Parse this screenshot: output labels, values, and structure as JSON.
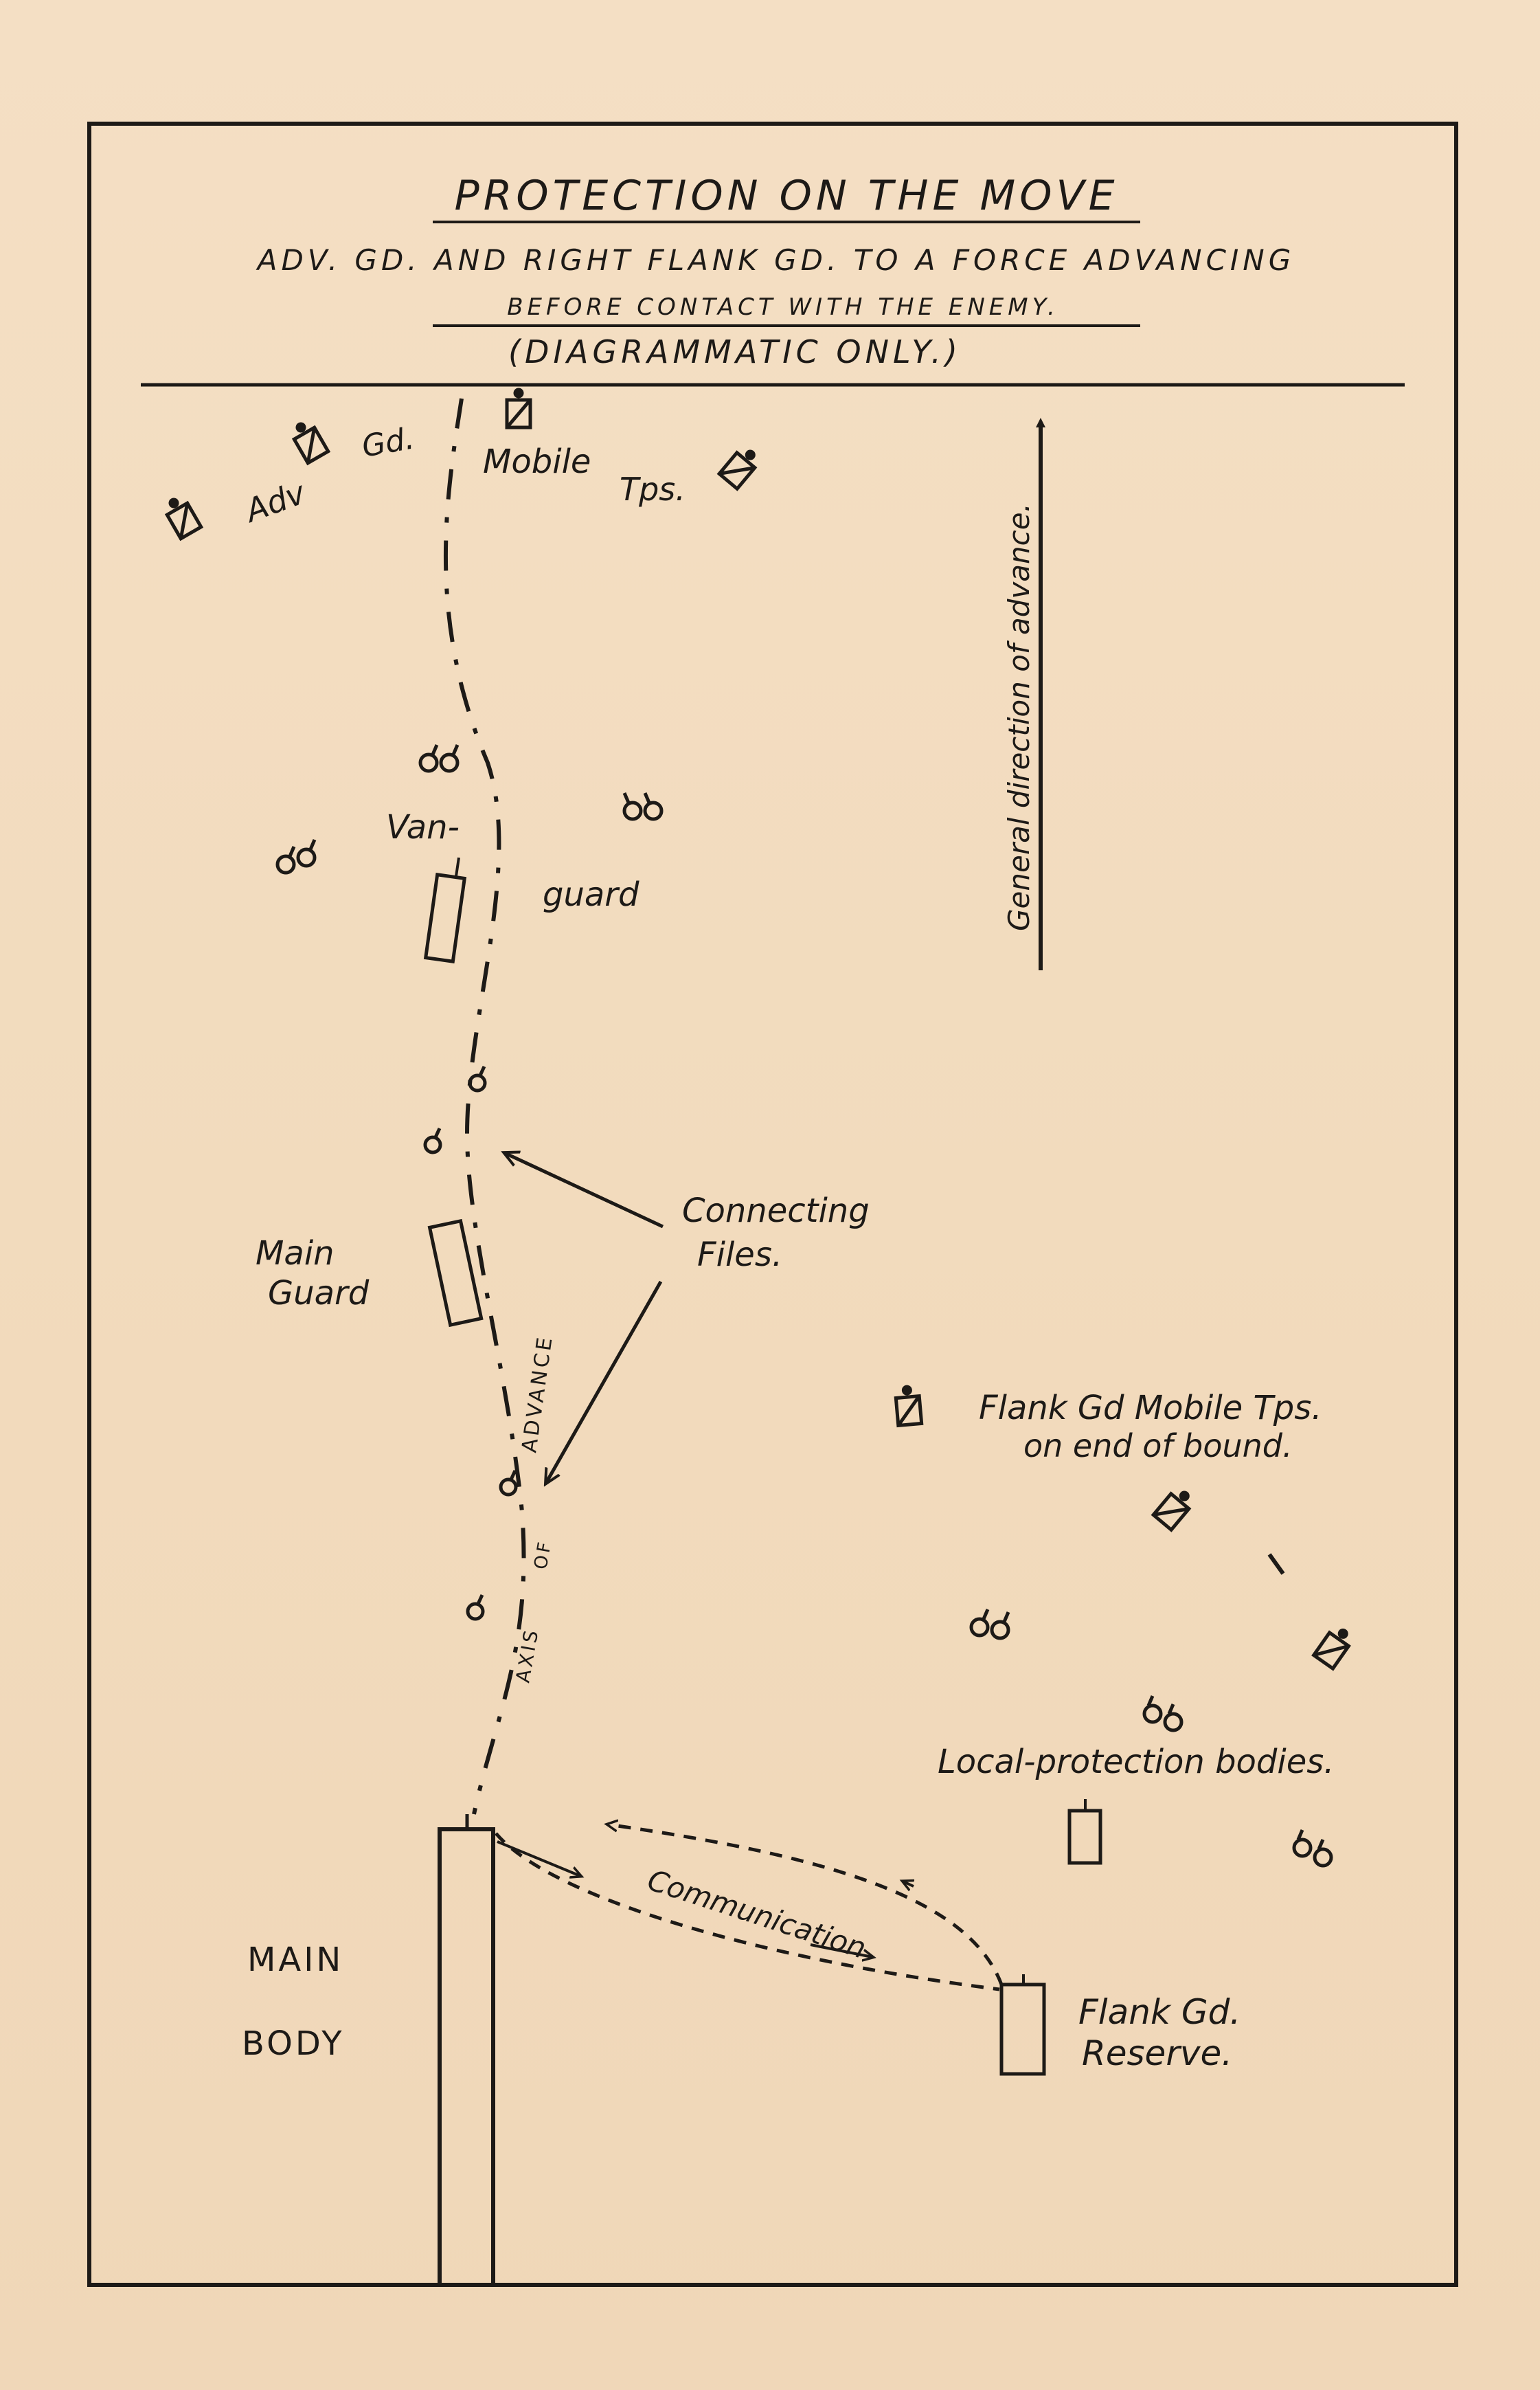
{
  "title": "PROTECTION ON THE MOVE",
  "subtitle_line1": "ADV. GD. AND RIGHT FLANK GD. TO A FORCE ADVANCING",
  "subtitle_line2": "BEFORE CONTACT WITH THE ENEMY.",
  "note": "(DIAGRAMMATIC ONLY.)",
  "labels": {
    "adv": "Adv",
    "gd": "Gd.",
    "mobile": "Mobile",
    "tps": "Tps.",
    "van": "Van-",
    "guard": "guard",
    "main_guard_1": "Main",
    "main_guard_2": "Guard",
    "connecting_1": "Connecting",
    "connecting_2": "Files.",
    "axis": "AXIS",
    "of": "OF",
    "advance": "ADVANCE",
    "direction": "General direction of advance.",
    "flank_mobile_1": "Flank Gd Mobile Tps.",
    "flank_mobile_2": "on end of bound.",
    "local_protection": "Local-protection bodies.",
    "communication": "Communication",
    "main_body_1": "MAIN",
    "main_body_2": "BODY",
    "flank_reserve_1": "Flank Gd.",
    "flank_reserve_2": "Reserve."
  },
  "symbols": {
    "mounted": "mounted-troops-symbol",
    "infantry_pair": "infantry-pair-symbol",
    "infantry_single": "infantry-file-symbol",
    "body": "troop-body-rectangle"
  },
  "colors": {
    "paper": "#f3dcc0",
    "ink": "#1d1a17"
  }
}
